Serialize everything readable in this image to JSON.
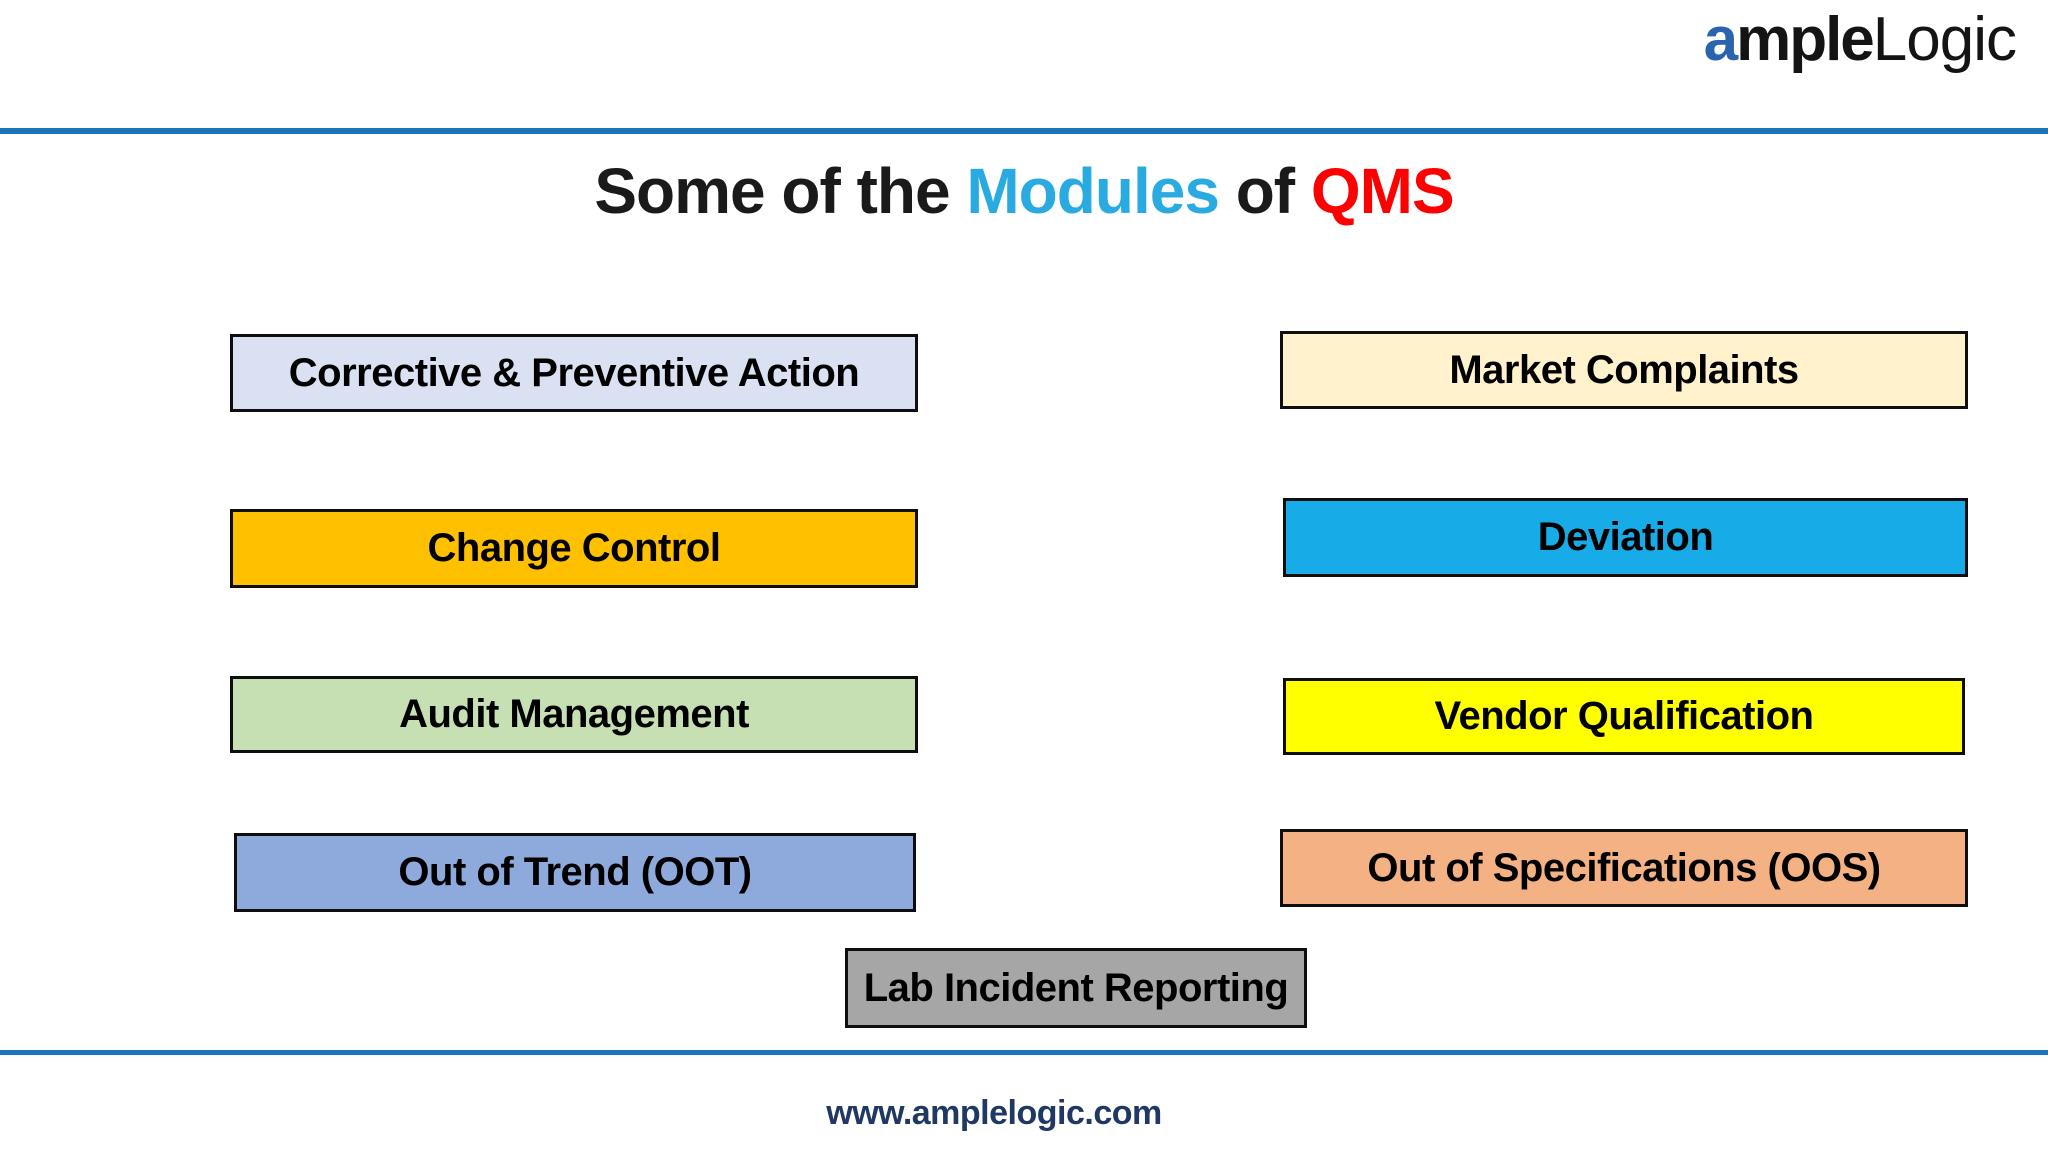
{
  "logo": {
    "a": "a",
    "bold": "mple",
    "light": "Logic",
    "a_color": "#2B64AE"
  },
  "dividers": {
    "color": "#1B75BC"
  },
  "title": {
    "part1": "Some of the ",
    "part2": "Modules",
    "part3": " of ",
    "part4": "QMS",
    "modules_color": "#29ABE2",
    "qms_color": "#FF0000"
  },
  "modules": {
    "left": [
      {
        "label": "Corrective & Preventive Action",
        "bg": "#D9E1F2"
      },
      {
        "label": "Change Control",
        "bg": "#FFC000"
      },
      {
        "label": "Audit Management",
        "bg": "#C6E0B4"
      },
      {
        "label": "Out of Trend (OOT)",
        "bg": "#8EA9DB"
      }
    ],
    "right": [
      {
        "label": "Market Complaints",
        "bg": "#FFF2CC"
      },
      {
        "label": "Deviation",
        "bg": "#17ABE8"
      },
      {
        "label": "Vendor Qualification",
        "bg": "#FFFF00"
      },
      {
        "label": "Out of Specifications (OOS)",
        "bg": "#F4B183"
      }
    ],
    "center": [
      {
        "label": "Lab Incident Reporting",
        "bg": "#A6A6A6"
      }
    ]
  },
  "footer": {
    "url": "www.amplelogic.com",
    "color": "#1F3864"
  }
}
